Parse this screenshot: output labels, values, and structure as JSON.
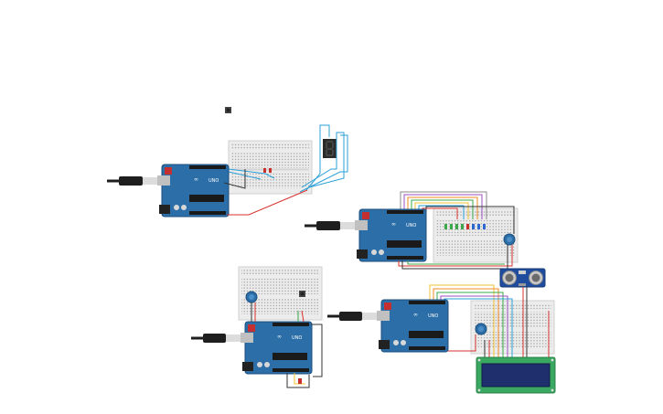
{
  "workspace": {
    "background": "#ffffff",
    "colors": {
      "board": "#2b6ea8",
      "board_dark": "#1d4f7c",
      "breadboard": "#ececec",
      "wire_blue": "#2aa0d8",
      "wire_red": "#d9322e",
      "wire_yellow": "#f2c230",
      "wire_green": "#3aa84a",
      "wire_orange": "#f08a24",
      "wire_purple": "#9b4fc2",
      "wire_black": "#333333",
      "lcd_frame": "#3aa860",
      "lcd_screen": "#1f2f6e"
    }
  },
  "boards": [
    {
      "label": "UNO",
      "logo": "∞"
    },
    {
      "label": "UNO",
      "logo": "∞"
    },
    {
      "label": "UNO",
      "logo": "∞"
    },
    {
      "label": "UNO",
      "logo": "∞"
    }
  ],
  "components": [
    {
      "kind": "pushbutton"
    },
    {
      "kind": "seven-segment-display"
    },
    {
      "kind": "potentiometer"
    },
    {
      "kind": "ultrasonic-sensor"
    },
    {
      "kind": "lcd-16x2"
    },
    {
      "kind": "led-bar"
    }
  ]
}
